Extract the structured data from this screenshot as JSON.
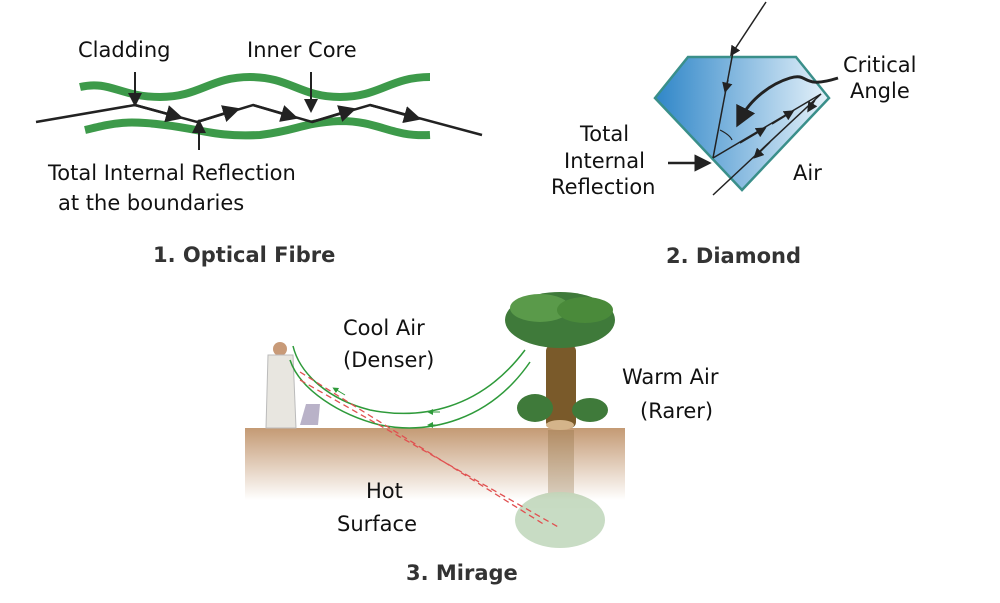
{
  "fibre": {
    "label_cladding": "Cladding",
    "label_inner_core": "Inner Core",
    "label_tir_line1": "Total Internal Reflection",
    "label_tir_line2": "at the boundaries",
    "title": "1. Optical Fibre"
  },
  "diamond": {
    "label_critical_line1": "Critical",
    "label_critical_line2": "Angle",
    "label_tir_line1": "Total",
    "label_tir_line2": "Internal",
    "label_tir_line3": "Reflection",
    "label_air": "Air",
    "title": "2. Diamond"
  },
  "mirage": {
    "label_cool_line1": "Cool Air",
    "label_cool_line2": "(Denser)",
    "label_warm_line1": "Warm Air",
    "label_warm_line2": "(Rarer)",
    "label_hot_line1": "Hot",
    "label_hot_line2": "Surface",
    "title": "3. Mirage"
  },
  "colors": {
    "fibre_green": "#3d9a4a",
    "diamond_blue": "#2f86c8",
    "diamond_edge": "#3a8f8a",
    "ground": "#c9a07a",
    "ray_green": "#2e9a3a",
    "ray_red": "#e05050"
  }
}
